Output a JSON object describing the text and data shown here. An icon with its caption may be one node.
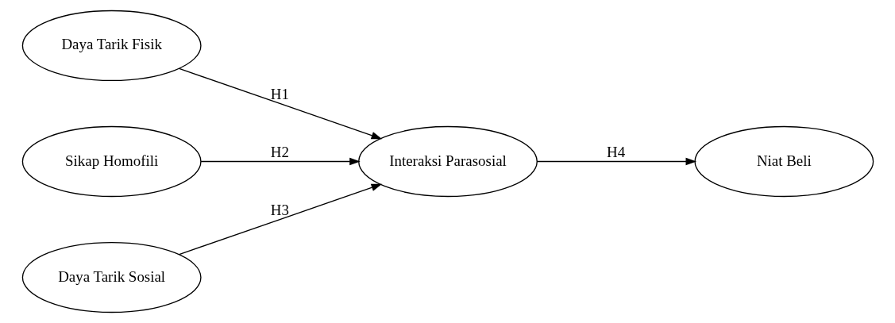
{
  "diagram": {
    "nodes": [
      {
        "text": [
          "Daya Tarik Fisik"
        ]
      },
      {
        "text": [
          "Sikap Homofili"
        ]
      },
      {
        "text": [
          "Daya Tarik Sosial"
        ]
      },
      {
        "text": [
          "Interaksi Parasosial"
        ]
      },
      {
        "text": [
          "Niat Beli"
        ]
      }
    ],
    "edges": [
      {
        "from": 0,
        "to": 3,
        "arrow": "to",
        "label": "H1"
      },
      {
        "from": 1,
        "to": 3,
        "arrow": "to",
        "label": "H2"
      },
      {
        "from": 2,
        "to": 3,
        "arrow": "to",
        "label": "H3"
      },
      {
        "from": 3,
        "to": 4,
        "arrow": "to",
        "label": "H4"
      }
    ]
  }
}
